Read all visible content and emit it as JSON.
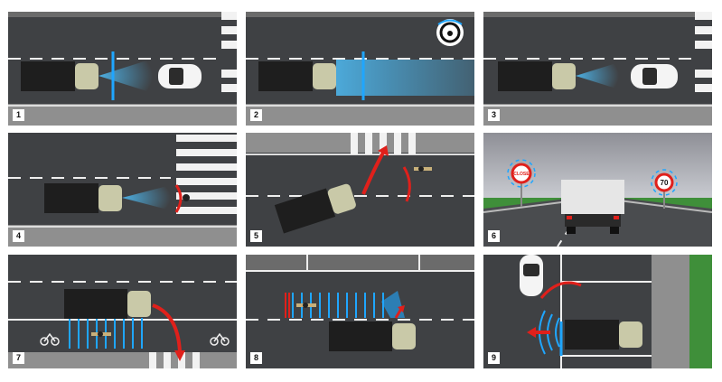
{
  "panels": [
    {
      "number": "1"
    },
    {
      "number": "2",
      "icon": "steering-wheel-icon"
    },
    {
      "number": "3"
    },
    {
      "number": "4"
    },
    {
      "number": "5"
    },
    {
      "number": "6",
      "signs": [
        "CLOSE",
        "70"
      ]
    },
    {
      "number": "7"
    },
    {
      "number": "8"
    },
    {
      "number": "9"
    }
  ],
  "colors": {
    "road": "#3f4144",
    "sidewalk": "#8f8f8f",
    "truck_cab": "#c9c9a8",
    "truck_box": "#1e1e1e",
    "sensor_blue": "#1fa6ff",
    "warning_red": "#e0201b",
    "grass": "#3f8f3a"
  }
}
